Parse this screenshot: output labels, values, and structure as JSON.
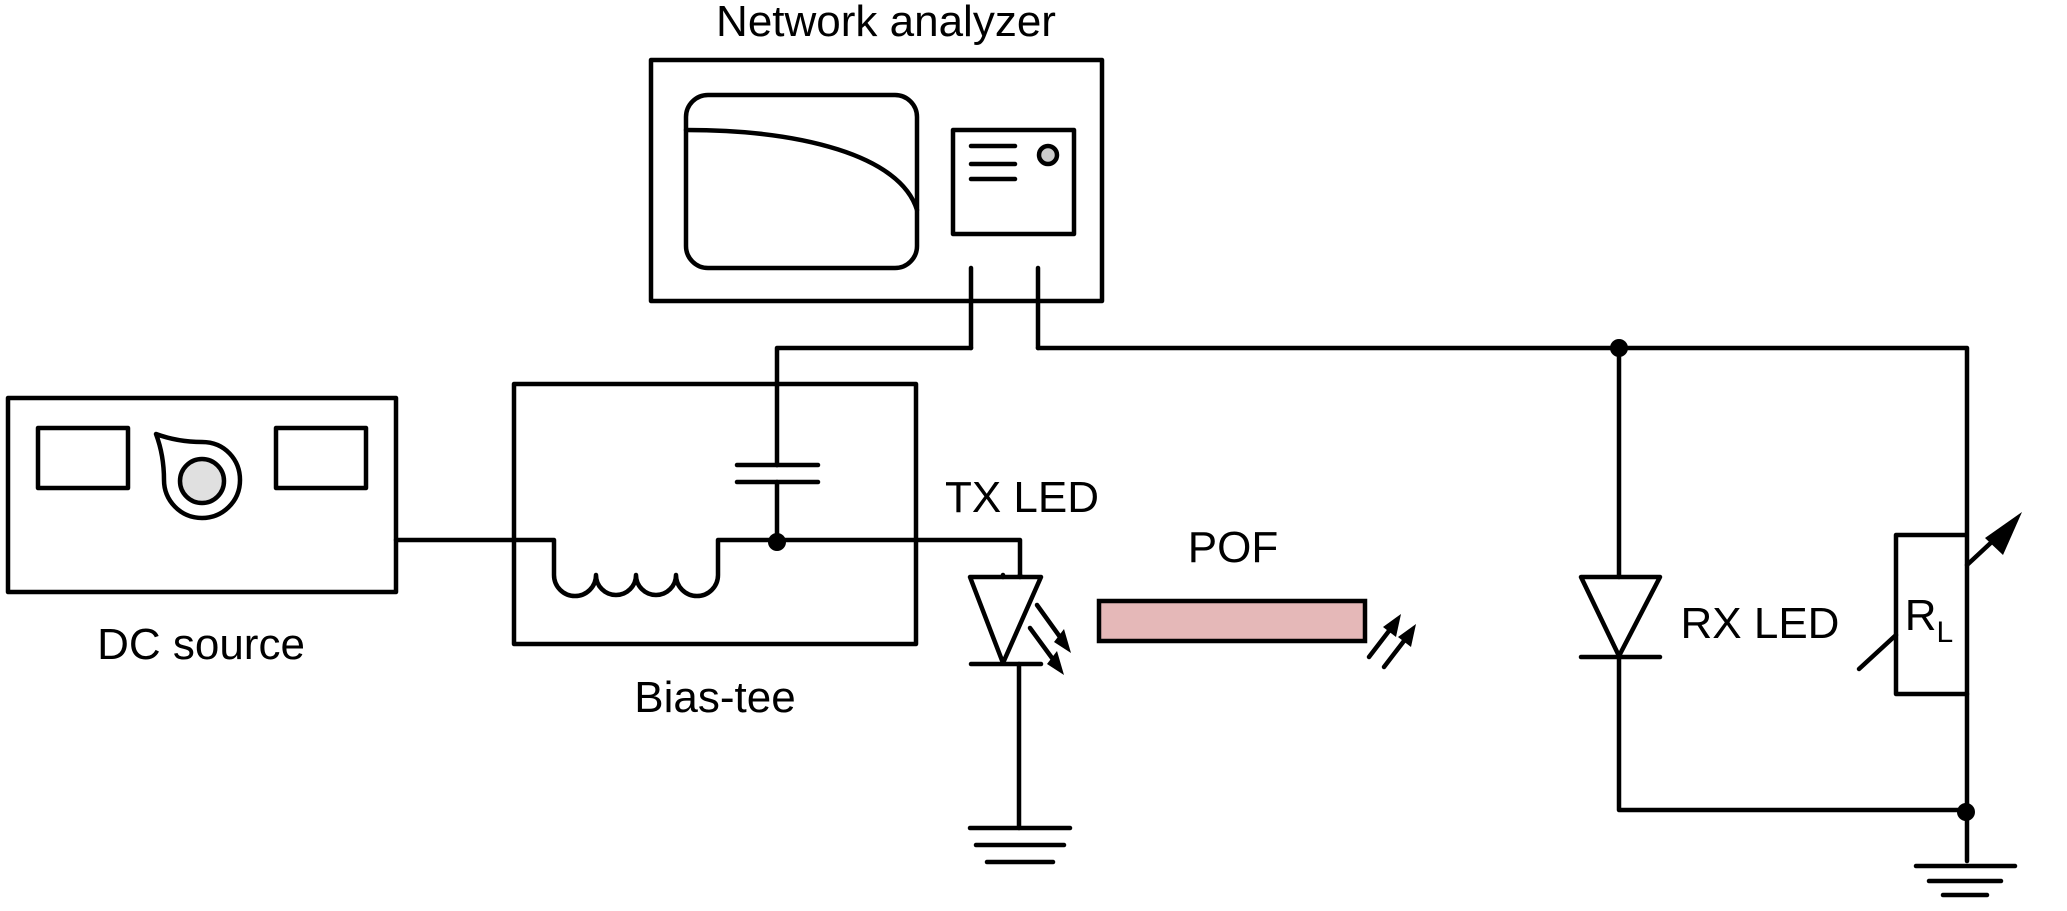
{
  "diagram": {
    "type": "circuit-schematic",
    "components": {
      "network_analyzer": {
        "label": "Network analyzer"
      },
      "dc_source": {
        "label": "DC source"
      },
      "bias_tee": {
        "label": "Bias-tee"
      },
      "tx_led": {
        "label": "TX LED"
      },
      "pof": {
        "label": "POF",
        "fill_color": "#e5b8b8"
      },
      "rx_led": {
        "label": "RX LED"
      },
      "load_resistor": {
        "label_main": "R",
        "label_sub": "L"
      }
    },
    "colors": {
      "stroke": "#000000",
      "knob_fill": "#e0e0e0",
      "indicator_fill": "#cccccc",
      "pof_fill": "#e5b8b8"
    }
  }
}
